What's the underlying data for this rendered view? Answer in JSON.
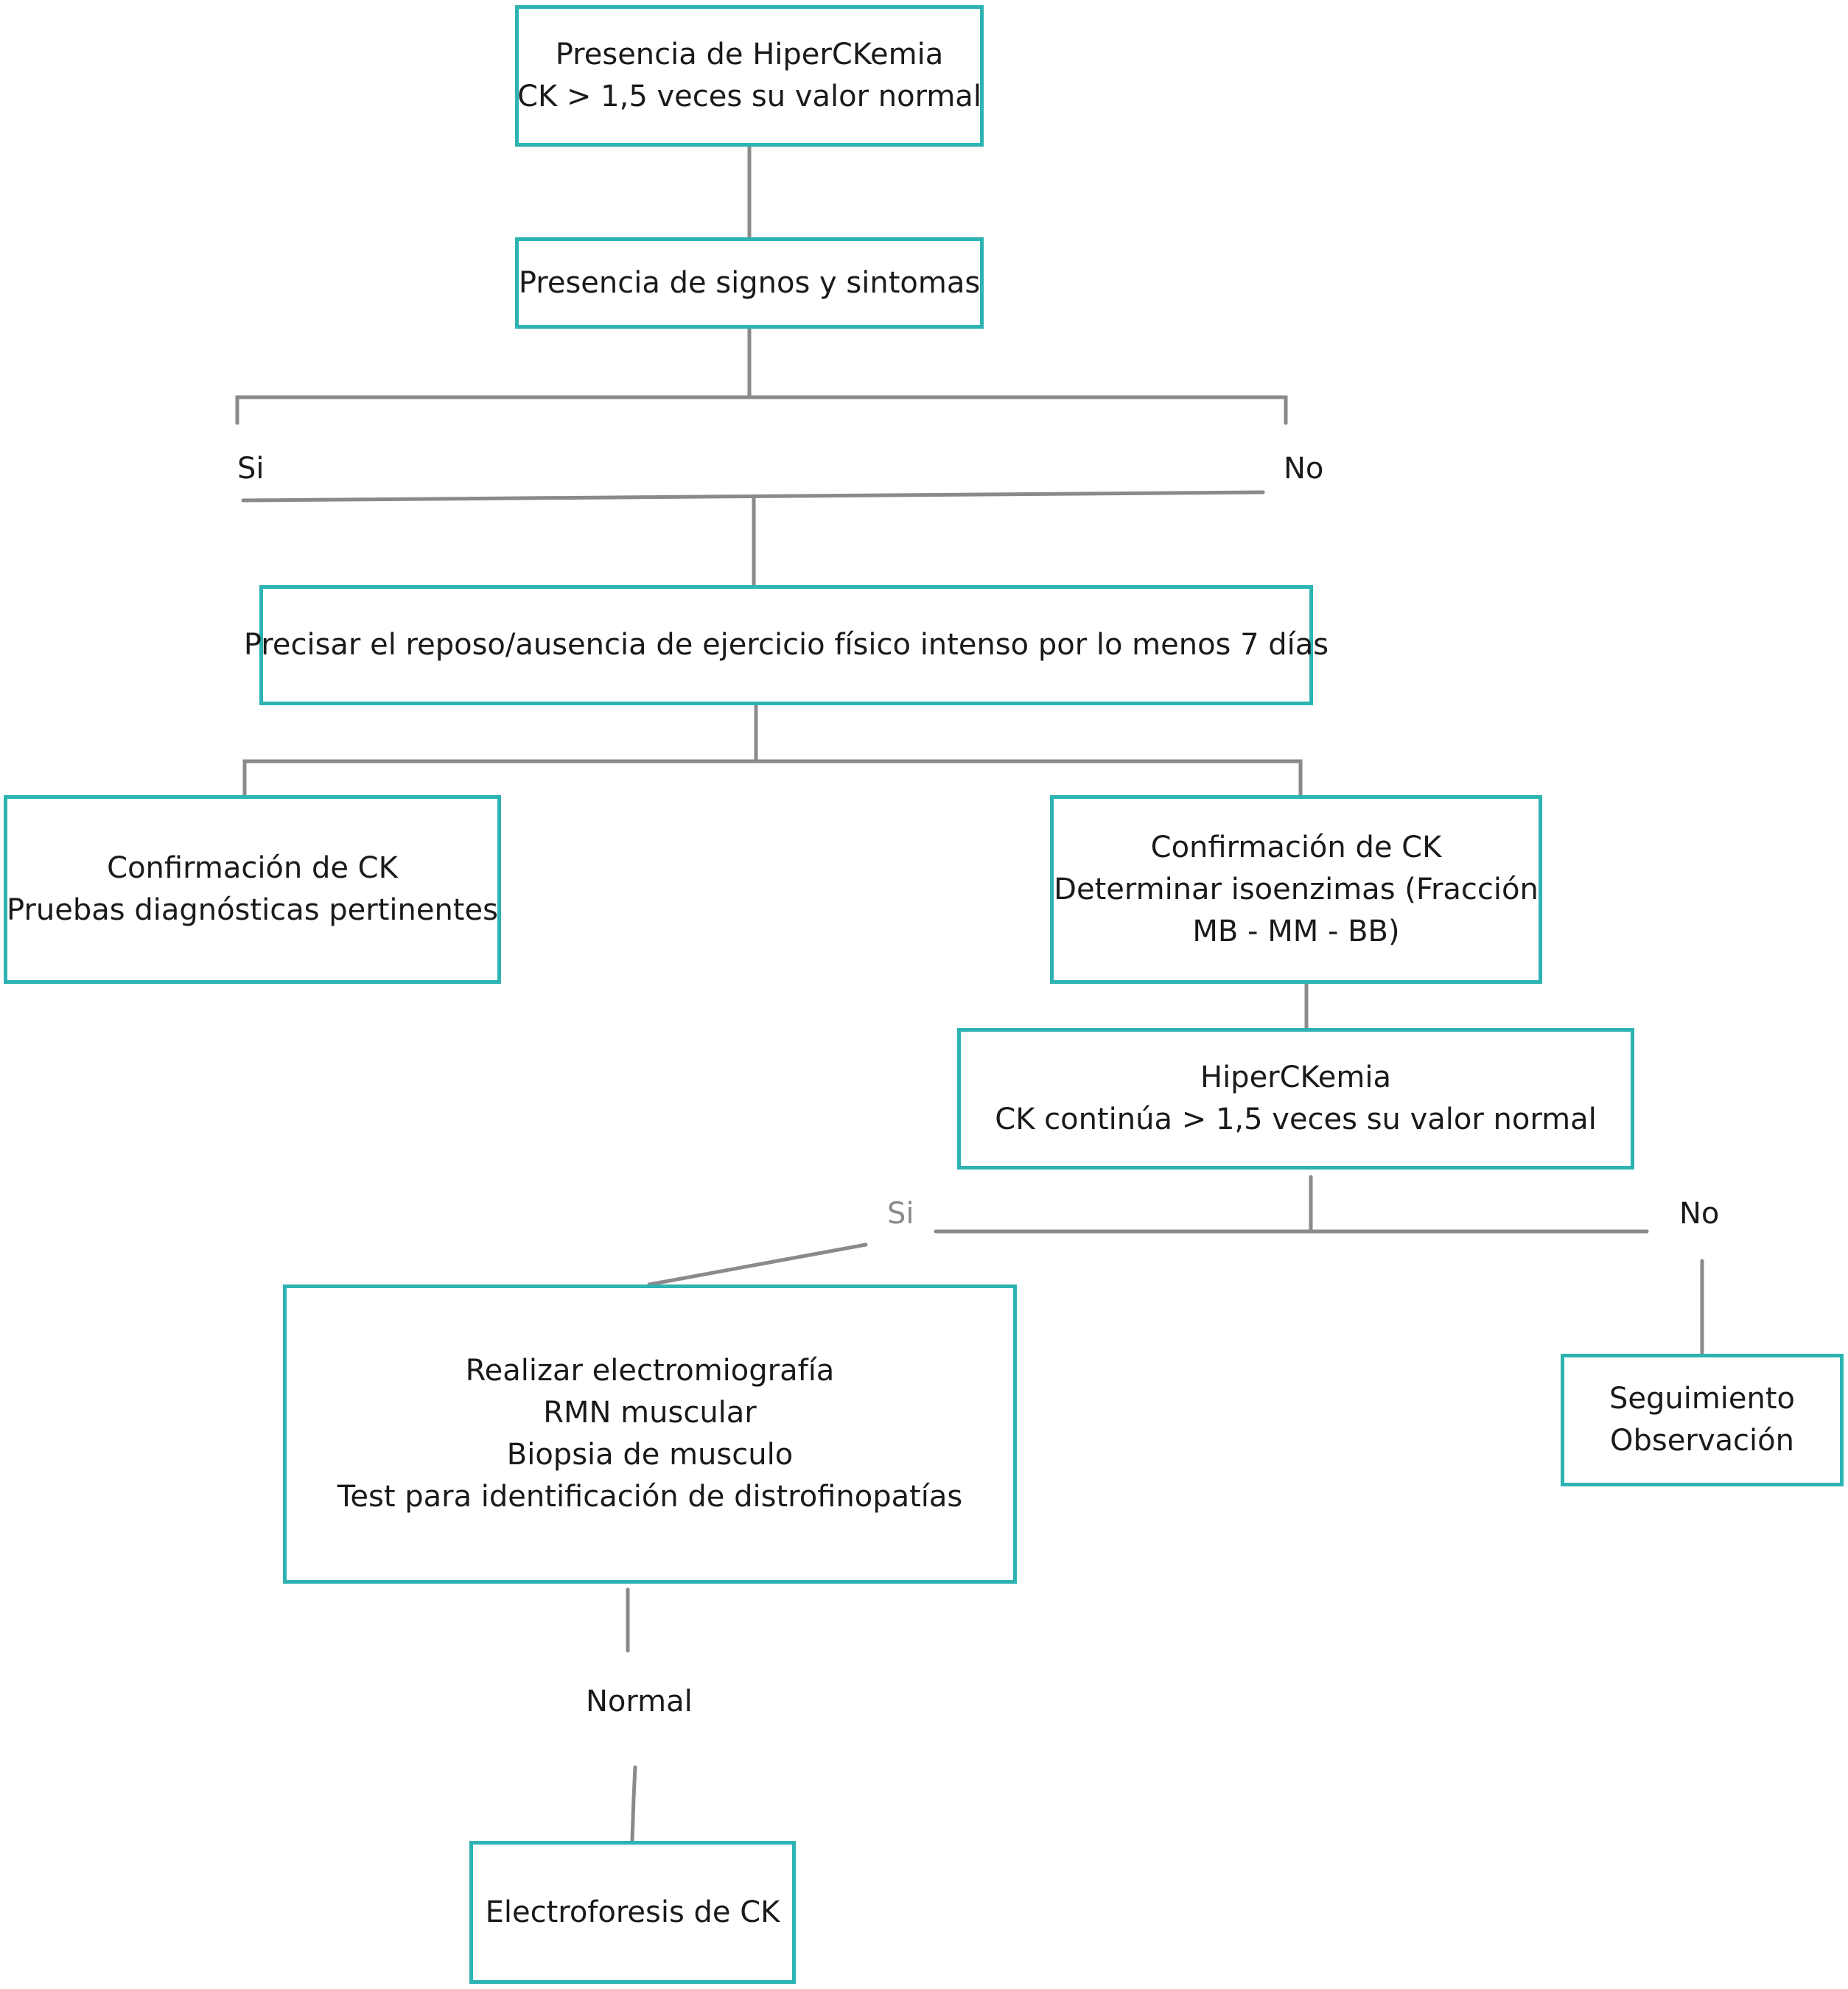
{
  "diagram": {
    "type": "flowchart",
    "colors": {
      "box_border": "#2eb3b3",
      "connector": "#8a8a8a",
      "text": "#1a1a1a",
      "muted_label": "#8a8a8a"
    },
    "nodes": {
      "start": {
        "lines": [
          "Presencia de HiperCKemia",
          "CK > 1,5 veces su valor normal"
        ]
      },
      "signs": {
        "lines": [
          "Presencia de signos y sintomas"
        ]
      },
      "rest": {
        "lines": [
          "Precisar el reposo/ausencia de ejercicio físico intenso por lo menos 7 días"
        ]
      },
      "diagnostic": {
        "lines": [
          "Confirmación de CK",
          "Pruebas diagnósticas pertinentes"
        ]
      },
      "isoenzymes": {
        "lines": [
          "Confirmación de CK",
          "Determinar isoenzimas (Fracción",
          "MB - MM - BB)"
        ]
      },
      "persistent": {
        "lines": [
          "HiperCKemia",
          "CK continúa > 1,5 veces su valor normal"
        ]
      },
      "tests": {
        "lines": [
          "Realizar electromiografía",
          "RMN muscular",
          "Biopsia de musculo",
          "Test  para identificación de distrofinopatías"
        ]
      },
      "followup": {
        "lines": [
          "Seguimiento",
          "Observación"
        ]
      },
      "electrophoresis": {
        "lines": [
          "Electroforesis de CK"
        ]
      }
    },
    "edge_labels": {
      "yes_1": "Si",
      "no_1": "No",
      "yes_2": "Si",
      "no_2": "No",
      "normal": "Normal"
    }
  }
}
